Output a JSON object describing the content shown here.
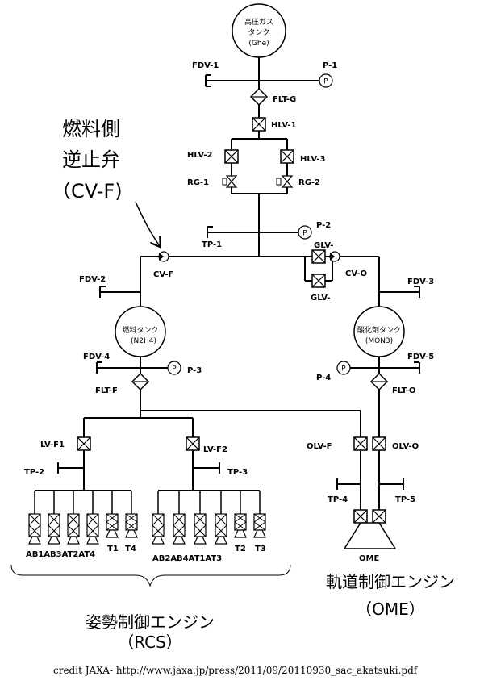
{
  "tanks": {
    "ghe": {
      "line1": "高圧ガス",
      "line2": "タンク",
      "line3": "(Ghe)"
    },
    "fuel": {
      "line1": "燃料タンク",
      "line2": "(N2H4)"
    },
    "oxidizer": {
      "line1": "酸化剤タンク",
      "line2": "(MON3)"
    }
  },
  "labels": {
    "fdv1": "FDV-1",
    "p1": "P-1",
    "flt_g": "FLT-G",
    "hlv1": "HLV-1",
    "hlv2": "HLV-2",
    "hlv3": "HLV-3",
    "rg1": "RG-1",
    "rg2": "RG-2",
    "p2": "P-2",
    "tp1": "TP-1",
    "glv_top": "GLV-",
    "glv_bottom": "GLV-",
    "cv_f": "CV-F",
    "cv_o": "CV-O",
    "fdv2": "FDV-2",
    "fdv3": "FDV-3",
    "fdv4": "FDV-4",
    "p3": "P-3",
    "fdv5": "FDV-5",
    "p4": "P-4",
    "flt_f": "FLT-F",
    "flt_o": "FLT-O",
    "lv_f1": "LV-F1",
    "lv_f2": "LV-F2",
    "olv_f": "OLV-F",
    "olv_o": "OLV-O",
    "tp2": "TP-2",
    "tp3": "TP-3",
    "tp4": "TP-4",
    "tp5": "TP-5",
    "ome": "OME",
    "thr_left": "AB1AB3AT2AT4",
    "t1": "T1",
    "t4": "T4",
    "thr_right": "AB2AB4AT1AT3",
    "t2": "T2",
    "t3": "T3",
    "gauge_p": "P"
  },
  "callout": {
    "line1": "燃料側",
    "line2": "逆止弁",
    "line3": "（CV-F)"
  },
  "groups": {
    "rcs_line1": "姿勢制御エンジン",
    "rcs_line2": "（RCS）",
    "ome_line1": "軌道制御エンジン",
    "ome_line2": "（OME）"
  },
  "credit": "credit JAXA- http://www.jaxa.jp/press/2011/09/20110930_sac_akatsuki.pdf"
}
